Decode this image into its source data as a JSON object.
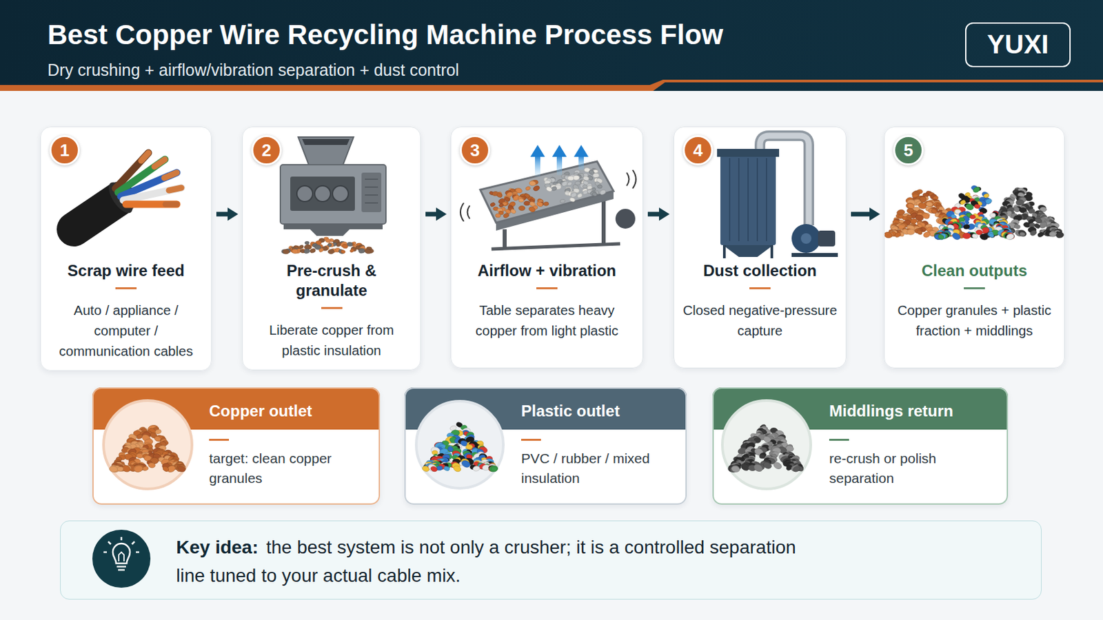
{
  "diagram": {
    "title": "Best Copper Wire Recycling Machine Process Flow",
    "nodes": [
      {
        "text": [
          "YUXI"
        ]
      },
      {
        "text": [
          "Scrap wire feed",
          "Auto / appliance / computer / communication cables"
        ]
      },
      {
        "text": [
          "1"
        ],
        "in": 1
      },
      {
        "text": [
          "Pre-crush & granulate",
          "Liberate copper from plastic insulation"
        ]
      },
      {
        "text": [
          "2"
        ],
        "in": 3
      },
      {
        "text": [
          "Airflow + vibration",
          "Table separates heavy copper from light plastic"
        ]
      },
      {
        "text": [
          "3"
        ],
        "in": 5
      },
      {
        "text": [
          "Dust collection",
          "Closed negative-pressure capture"
        ]
      },
      {
        "text": [
          "4"
        ],
        "in": 7
      },
      {
        "text": [
          "Clean outputs",
          "Copper granules + plastic fraction + middlings"
        ]
      },
      {
        "text": [
          "5"
        ],
        "in": 9
      },
      {
        "text": [
          "Copper outlet",
          "target: clean copper granules"
        ]
      },
      {
        "text": [
          "Plastic outlet",
          "PVC / rubber / mixed insulation"
        ]
      },
      {
        "text": [
          "Middlings return",
          "re-crush or polish separation"
        ]
      },
      {
        "text": [
          "Key idea:",
          "the best system is not only a crusher; it is a controlled separation line tuned to your actual cable mix."
        ]
      }
    ],
    "edges": [
      {
        "from": 1,
        "to": 3,
        "arrow": "to"
      },
      {
        "from": 3,
        "to": 5,
        "arrow": "to"
      },
      {
        "from": 5,
        "to": 7,
        "arrow": "to"
      },
      {
        "from": 7,
        "to": 9,
        "arrow": "to"
      }
    ],
    "labels": [
      "Dry crushing + airflow/vibration separation + dust control"
    ]
  }
}
